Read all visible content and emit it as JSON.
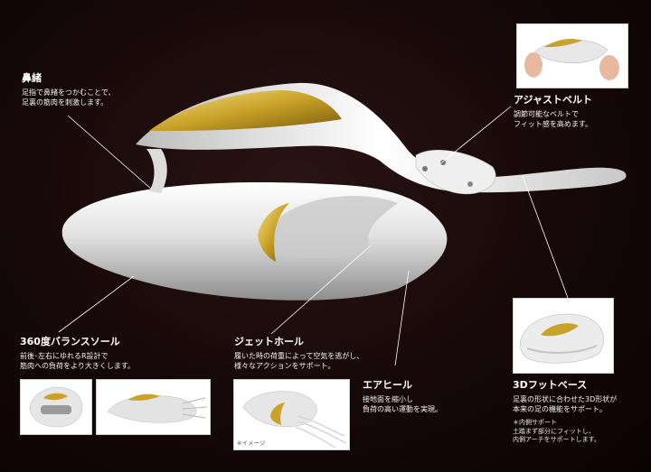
{
  "features": {
    "hanao": {
      "title": "鼻緒",
      "desc": "足指で鼻緒をつかむことで、\n足裏の筋肉を刺激します。"
    },
    "adjust_belt": {
      "title": "アジャストベルト",
      "desc": "調節可能なベルトで\nフィット感を高めます。"
    },
    "balance_sole": {
      "title": "360度バランスソール",
      "desc": "前後･左右にゆれるR設計で\n筋肉への負荷をより大きくします。"
    },
    "jet_hole": {
      "title": "ジェットホール",
      "desc": "履いた時の荷重によって空気を逃がし、\n様々なアクションをサポート。"
    },
    "air_heel": {
      "title": "エアヒール",
      "desc": "接地面を縮小し\n負荷の高い運動を実現。"
    },
    "foot_base": {
      "title": "3Dフットベース",
      "desc": "足裏の形状に合わせた3D形状が\n本来の足の機能をサポート。",
      "note": "＊内側サポート\n土踏まず部分にフィットし、\n内側アーチをサポートします。"
    }
  },
  "image_caption": "※イメージ",
  "colors": {
    "background": "#160808",
    "gold": "#c9a227",
    "silver": "#e6e6e6"
  }
}
